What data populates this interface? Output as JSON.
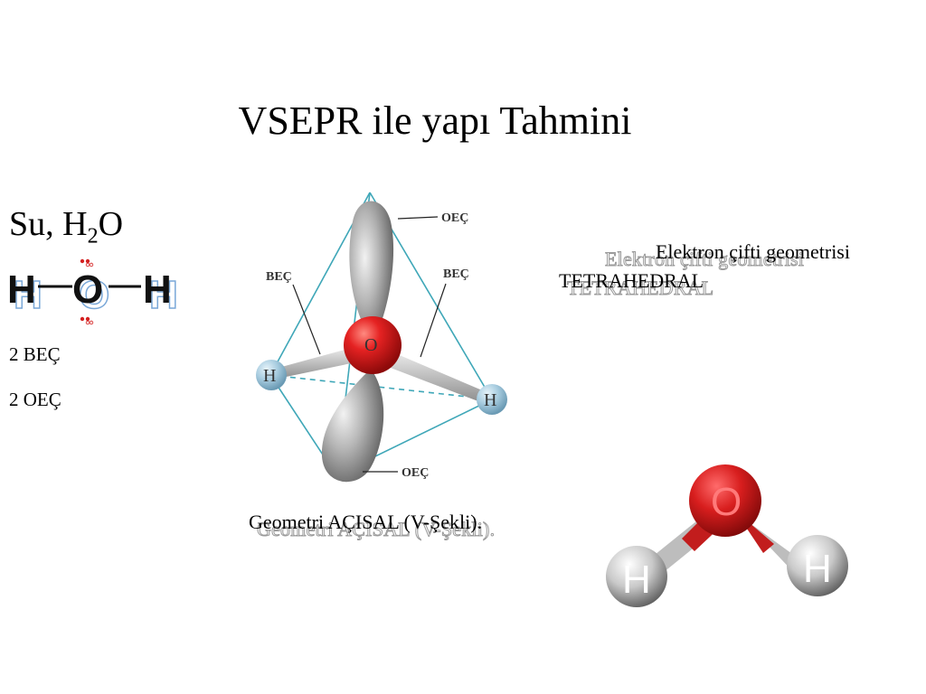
{
  "slide": {
    "title": "VSEPR ile yapı Tahmini",
    "molecule_name": "Su, H",
    "molecule_sub": "2",
    "molecule_end": "O",
    "bonding_pairs": "2 BEÇ",
    "lone_pairs": "2 OEÇ",
    "electron_geometry_label": "Elektron çifti geometrisi",
    "electron_geometry_value": "TETRAHEDRAL",
    "molecular_geometry": "Geometri AÇISAL (V-Şekli)."
  },
  "lewis": {
    "left_atom": "H",
    "center_atom": "O",
    "right_atom": "H"
  },
  "tetrahedron": {
    "center_atom": "O",
    "left_atom": "H",
    "right_atom": "H",
    "label_top_lone": "OEÇ",
    "label_bottom_lone": "OEÇ",
    "label_left_bond": "BEÇ",
    "label_right_bond": "BEÇ"
  },
  "ball_model": {
    "center_atom": "O",
    "left_atom": "H",
    "right_atom": "H"
  },
  "colors": {
    "oxygen": "#d81e1e",
    "hydrogen_sphere": "#a9cde0",
    "edge": "#3fa7b8",
    "lone_pair": "#8a8a8a"
  }
}
